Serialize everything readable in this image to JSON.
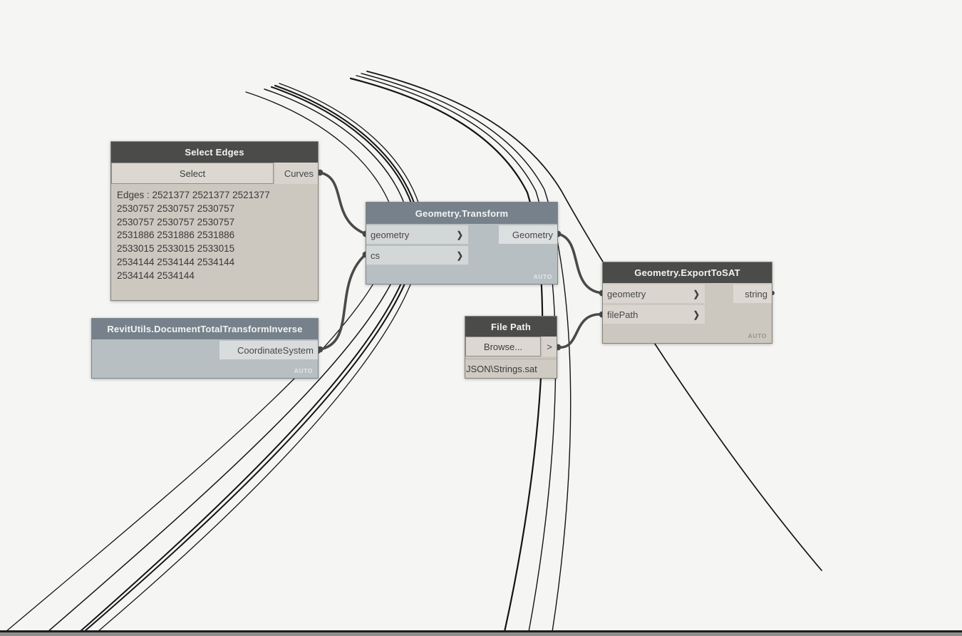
{
  "canvas": {
    "background_color": "#f5f5f3",
    "wire_color": "#4a4a4a",
    "preview_curve_color": "#141414"
  },
  "nodes": {
    "select_edges": {
      "title": "Select Edges",
      "button_label": "Select",
      "output_port": "Curves",
      "value_lines": [
        "Edges : 2521377 2521377 2521377",
        "2530757 2530757 2530757",
        "2530757 2530757 2530757",
        "2531886 2531886 2531886",
        "2533015 2533015 2533015",
        "2534144 2534144 2534144",
        "2534144 2534144"
      ],
      "header_color": "#4b4b49",
      "body_color": "#ccc8c0"
    },
    "geometry_transform": {
      "title": "Geometry.Transform",
      "inputs": [
        "geometry",
        "cs"
      ],
      "output_port": "Geometry",
      "lacing": "AUTO",
      "header_color": "#76818b",
      "body_color": "#b8bfc3"
    },
    "revit_utils": {
      "title": "RevitUtils.DocumentTotalTransformInverse",
      "output_port": "CoordinateSystem",
      "lacing": "AUTO",
      "header_color": "#76818b",
      "body_color": "#b8bfc3"
    },
    "file_path": {
      "title": "File Path",
      "button_label": "Browse...",
      "output_port": ">",
      "path_value": "JSON\\Strings.sat",
      "header_color": "#4b4b49",
      "body_color": "#ccc8c0"
    },
    "export_to_sat": {
      "title": "Geometry.ExportToSAT",
      "inputs": [
        "geometry",
        "filePath"
      ],
      "output_port": "string",
      "lacing": "AUTO",
      "header_color": "#4b4b49",
      "body_color": "#ccc8c0"
    }
  }
}
